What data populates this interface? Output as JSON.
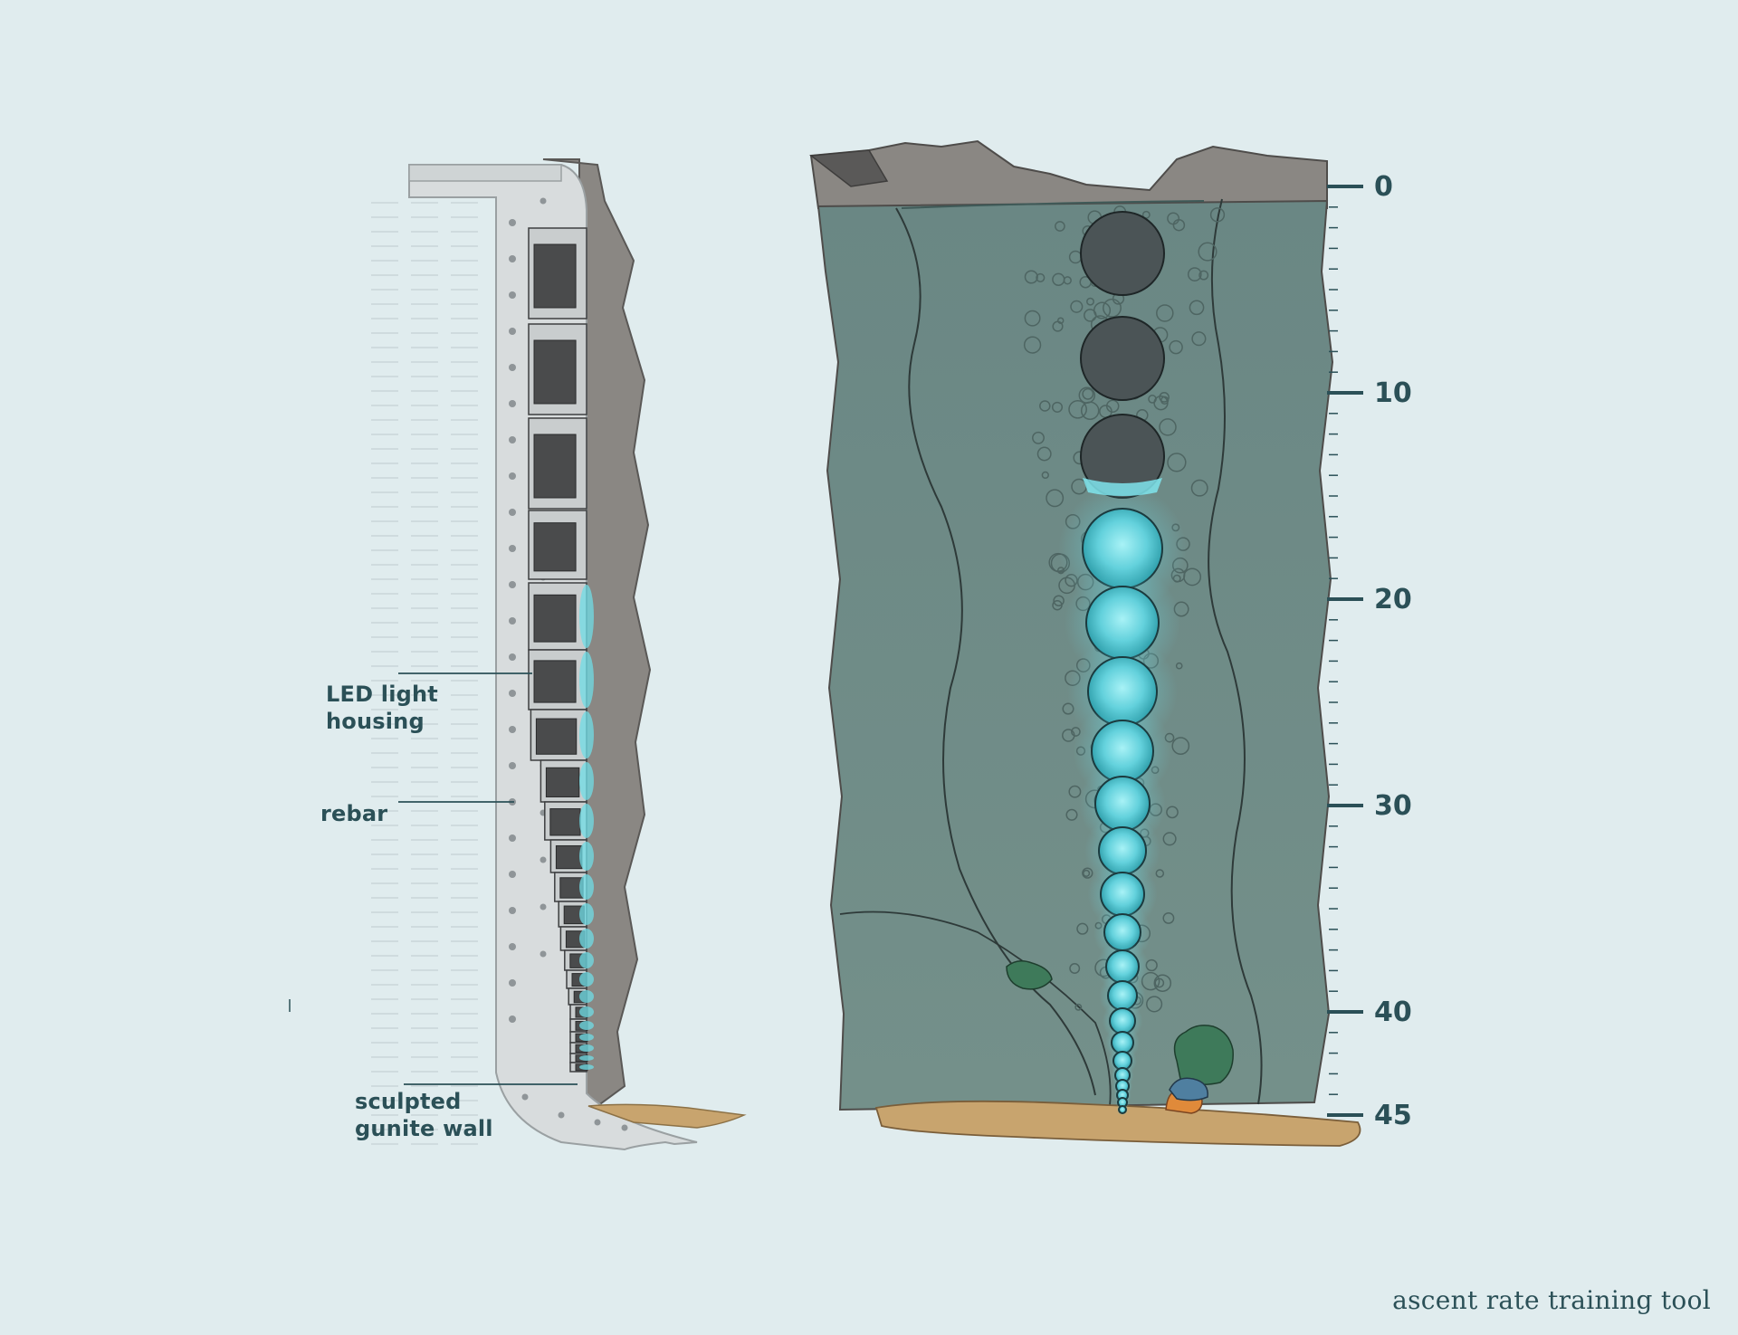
{
  "labels": {
    "led_housing_line1": "LED light",
    "led_housing_line2": "housing",
    "rebar": "rebar",
    "gunite_line1": "sculpted",
    "gunite_line2": "gunite wall"
  },
  "depth_scale": {
    "major_ticks": [
      0,
      10,
      20,
      30,
      40,
      45
    ]
  },
  "footer": {
    "title": "ascent rate training tool"
  },
  "colors": {
    "background": "#e0ecee",
    "label_text": "#2b5057",
    "water": "#6e8884",
    "rock": "#8a8783",
    "gunite": "#d8dcdd",
    "led_glow": "#4fd6e2",
    "sand": "#c8a46e"
  }
}
